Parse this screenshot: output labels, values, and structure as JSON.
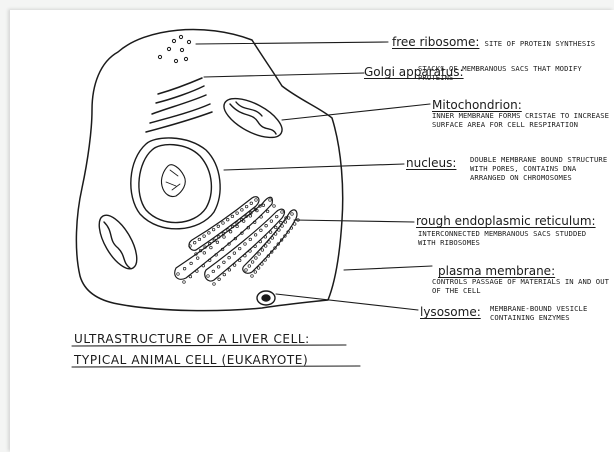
{
  "labels": {
    "free_ribosome": {
      "term": "free ribosome:",
      "desc": "SITE OF PROTEIN SYNTHESIS"
    },
    "golgi": {
      "term": "Golgi apparatus:",
      "desc": "STACKS OF MEMBRANOUS SACS THAT MODIFY PROTEINS"
    },
    "mitochondrion": {
      "term": "Mitochondrion:",
      "desc": "INNER MEMBRANE FORMS CRISTAE TO INCREASE SURFACE AREA FOR CELL RESPIRATION"
    },
    "nucleus": {
      "term": "nucleus:",
      "desc": "DOUBLE MEMBRANE BOUND STRUCTURE WITH PORES, CONTAINS DNA ARRANGED ON CHROMOSOMES"
    },
    "rough_er": {
      "term": "rough endoplasmic reticulum:",
      "desc": "INTERCONNECTED MEMBRANOUS SACS STUDDED WITH RIBOSOMES"
    },
    "plasma_membrane": {
      "term": "plasma membrane:",
      "desc": "CONTROLS PASSAGE OF MATERIALS IN AND OUT OF THE CELL"
    },
    "lysosome": {
      "term": "lysosome:",
      "desc": "MEMBRANE-BOUND VESICLE CONTAINING ENZYMES"
    }
  },
  "title": {
    "line1": "ULTRASTRUCTURE OF A LIVER CELL:",
    "line2": "TYPICAL ANIMAL CELL (EUKARYOTE)"
  }
}
